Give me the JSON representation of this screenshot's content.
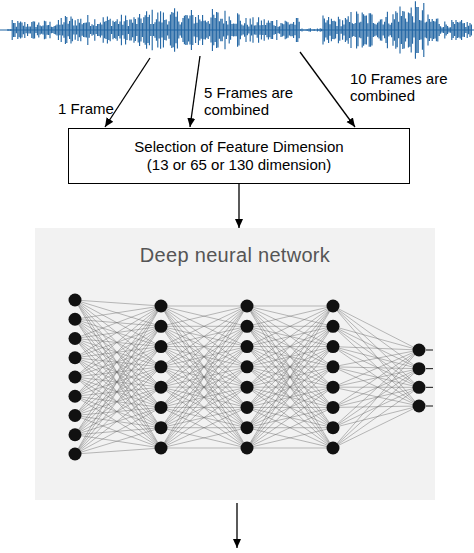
{
  "diagram": {
    "nodes": [
      {
        "text": [
          "Selection of Feature Dimension (13 or 65 or 130 dimension)"
        ]
      },
      {
        "text": [
          "Deep neural network"
        ]
      }
    ],
    "edges": [
      {
        "from": 0,
        "to": 1,
        "arrow": "to"
      }
    ],
    "labels": [
      "1 Frame",
      "5 Frames are combined",
      "10 Frames are combined"
    ]
  }
}
